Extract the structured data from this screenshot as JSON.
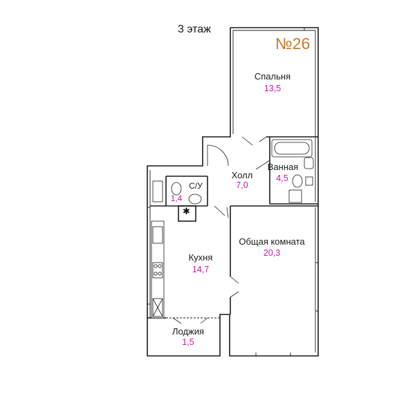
{
  "floor_label": "3 этаж",
  "apartment_number": "№26",
  "colors": {
    "number": "#c8782a",
    "area": "#c41aa3",
    "walls": "#1a1a1a"
  },
  "rooms": {
    "bedroom": {
      "name": "Спальня",
      "area": "13,5"
    },
    "hall": {
      "name": "Холл",
      "area": "7,0"
    },
    "bathroom": {
      "name": "Ванная",
      "area": "4,5"
    },
    "wc": {
      "name": "С/У",
      "area": "1,4"
    },
    "kitchen": {
      "name": "Кухня",
      "area": "14,7"
    },
    "living": {
      "name": "Общая комната",
      "area": "20,3"
    },
    "loggia": {
      "name": "Лоджия",
      "area": "1,5"
    }
  },
  "icons": {
    "ventilation": "asterisk-icon"
  }
}
